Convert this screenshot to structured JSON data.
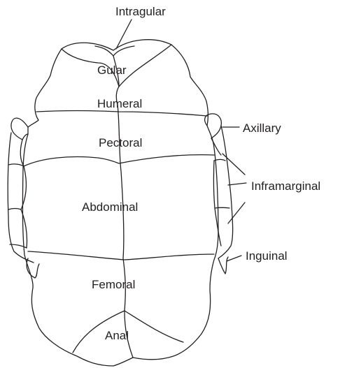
{
  "diagram": {
    "stroke_color": "#231f20",
    "background": "#ffffff",
    "labels": {
      "intragular": "Intragular",
      "gular": "Gular",
      "humeral": "Humeral",
      "pectoral": "Pectoral",
      "abdominal": "Abdominal",
      "femoral": "Femoral",
      "anal": "Anal",
      "axillary": "Axillary",
      "inframarginal": "Inframarginal",
      "inguinal": "Inguinal"
    }
  }
}
